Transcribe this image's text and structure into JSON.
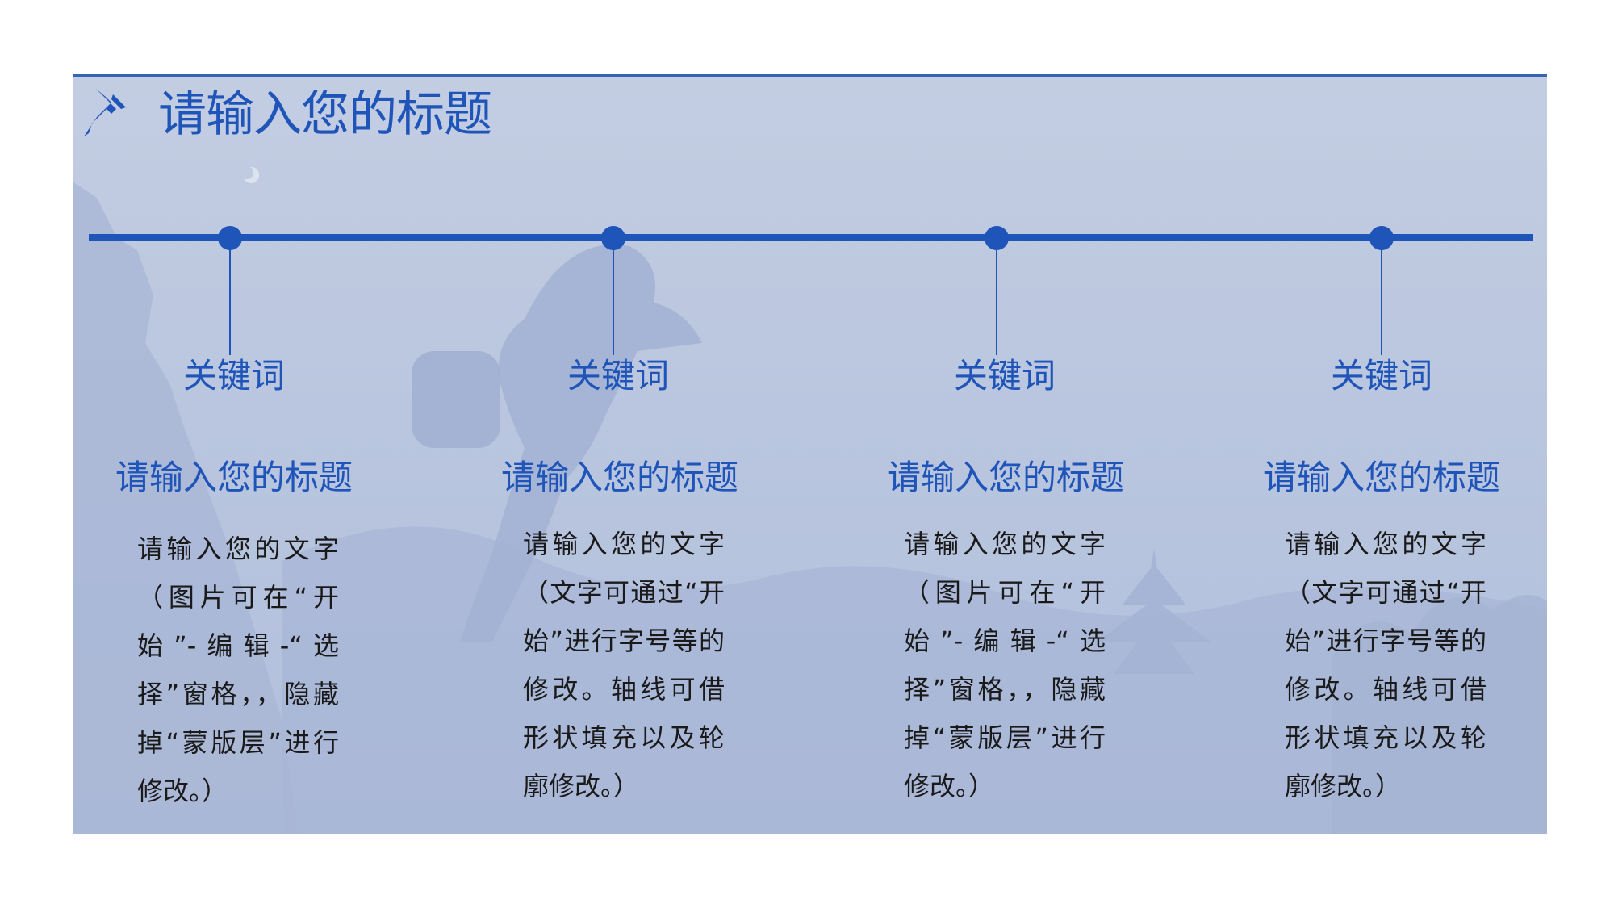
{
  "header": {
    "title": "请输入您的标题",
    "icon": "pushpin-icon"
  },
  "timeline": {
    "items": [
      {
        "keyword": "关键词",
        "title": "请输入您的标题",
        "text": "请输入您的文字（图片可在“开始”-编辑-“选择”窗格，，隐藏掉“蒙版层”进行修改。）"
      },
      {
        "keyword": "关键词",
        "title": "请输入您的标题",
        "text": "请输入您的文字（文字可通过“开始”进行字号等的修改。轴线可借形状填充以及轮廓修改。）"
      },
      {
        "keyword": "关键词",
        "title": "请输入您的标题",
        "text": "请输入您的文字（图片可在“开始”-编辑-“选择”窗格，，隐藏掉“蒙版层”进行修改。）"
      },
      {
        "keyword": "关键词",
        "title": "请输入您的标题",
        "text": "请输入您的文字（文字可通过“开始”进行字号等的修改。轴线可借形状填充以及轮廓修改。）"
      }
    ]
  },
  "colors": {
    "accent": "#1f55b8",
    "panel": "#bfcae1",
    "body_text": "#1a1a1a"
  }
}
